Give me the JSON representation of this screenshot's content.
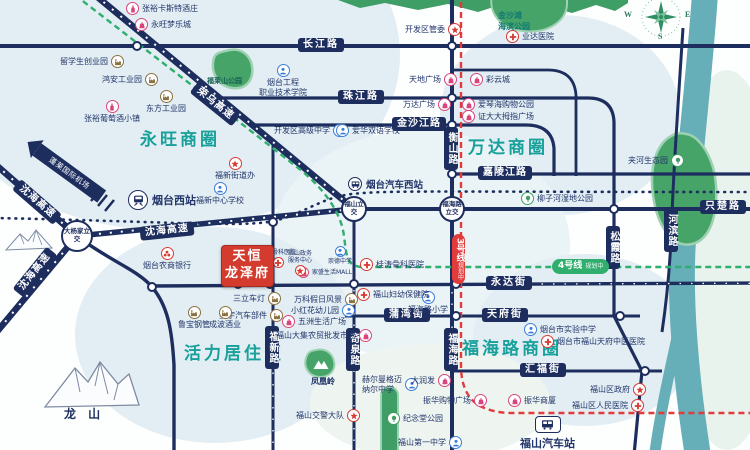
{
  "project": {
    "line1": "天恒",
    "line2": "龙泽府"
  },
  "districts": {
    "yongwang": "永旺商圈",
    "wanda": "万达商圈",
    "huoli": "活力居住区",
    "fuhailu": "福海路商圈"
  },
  "roads": {
    "changjiang": "长江路",
    "zhujiang": "珠江路",
    "jinshajiang": "金沙江路",
    "jialingjiang": "嘉陵江路",
    "zhichu": "只楚路",
    "hengshan": "衡山路",
    "fuhai": "福海路",
    "fuxin": "福新路",
    "qiquan": "奇泉路",
    "songxia": "松霞路",
    "hebin": "河滨路",
    "yongda": "永达街",
    "puwan": "蒲湾街",
    "tianfu": "天府街",
    "huifu": "汇福街",
    "shenhai": "沈海高速",
    "rongwu": "荣乌高速"
  },
  "interchanges": {
    "dayangjia": "大杨家立交",
    "fushan": "福山立交",
    "fuhailu": "福海路立交"
  },
  "stations": {
    "west_railway": "烟台西站",
    "west_bus": "烟台汽车西站",
    "fushan_bus": "福山汽车站"
  },
  "metro": {
    "line3": "3号线",
    "line4": "4号线",
    "planning": "规划中"
  },
  "direction_arrow": {
    "label": "蓬莱国际机场"
  },
  "compass": {
    "n": "N",
    "w": "W",
    "e": "E",
    "s": "S"
  },
  "mountain": {
    "longshan": "龙 山"
  },
  "parks": {
    "fulaishan": "福莱山公园",
    "jinshatan1": "金沙滩",
    "jinshatan2": "海滨公园",
    "fenghuangling": "凤凰岭"
  },
  "pois": [
    {
      "label": "张裕卡斯特酒庄",
      "type": "winery"
    },
    {
      "label": "永旺梦乐城",
      "type": "shopping"
    },
    {
      "label": "留学生创业园",
      "type": "industry"
    },
    {
      "label": "鸿安工业园",
      "type": "industry"
    },
    {
      "label": "东方工业园",
      "type": "industry"
    },
    {
      "label": "张裕葡萄酒小镇",
      "type": "winery"
    },
    {
      "label": "烟台工程",
      "label2": "职业技术学院",
      "type": "school"
    },
    {
      "label": "开发区管委",
      "type": "government"
    },
    {
      "label": "天地广场",
      "type": "shopping"
    },
    {
      "label": "彩云城",
      "type": "shopping"
    },
    {
      "label": "万达广场",
      "type": "shopping"
    },
    {
      "label": "爱琴海购物公园",
      "type": "shopping"
    },
    {
      "label": "证大大拇指广场",
      "type": "shopping"
    },
    {
      "label": "开发区高级中学",
      "type": "school"
    },
    {
      "label": "爱华双语学校",
      "type": "school"
    },
    {
      "label": "福新街道办",
      "type": "government"
    },
    {
      "label": "福新中心学校",
      "type": "school"
    },
    {
      "label": "业达医院",
      "type": "hospital"
    },
    {
      "label": "烟台农商银行",
      "type": "bank"
    },
    {
      "label": "桂涛骨科医院",
      "type": "hospital"
    },
    {
      "label": "崇德中学",
      "type": "school"
    },
    {
      "label": "家盛生活MALL",
      "type": "shopping"
    },
    {
      "label": "金天骨科医院",
      "type": "hospital"
    },
    {
      "label": "福山政务",
      "label2": "服务中心",
      "type": "government"
    },
    {
      "label": "万科假日风景",
      "type": "company"
    },
    {
      "label": "小红花幼儿园",
      "type": "school"
    },
    {
      "label": "五洲生活广场",
      "type": "shopping"
    },
    {
      "label": "福山大集农贸批发市场",
      "type": "market"
    },
    {
      "label": "三立车灯",
      "type": "company"
    },
    {
      "label": "星宇汽车部件",
      "type": "company"
    },
    {
      "label": "鲁宝钢管",
      "type": "company"
    },
    {
      "label": "成波酒业",
      "type": "company"
    },
    {
      "label": "福山交警大队",
      "type": "government"
    },
    {
      "label": "赫尔曼格迈",
      "label2": "纳尔中学",
      "type": "school"
    },
    {
      "label": "大润发",
      "type": "shopping"
    },
    {
      "label": "振华购物广场",
      "type": "shopping"
    },
    {
      "label": "纪念堂公园",
      "type": "park"
    },
    {
      "label": "福山第一中学",
      "type": "school"
    },
    {
      "label": "福海路小学",
      "type": "school"
    },
    {
      "label": "福山妇幼保健院",
      "type": "hospital"
    },
    {
      "label": "烟台市实验中学",
      "type": "school"
    },
    {
      "label": "烟台市福山天府中医医院",
      "type": "hospital"
    },
    {
      "label": "福山区政府",
      "type": "government"
    },
    {
      "label": "福山区人民医院",
      "type": "hospital"
    },
    {
      "label": "振华商厦",
      "type": "shopping"
    },
    {
      "label": "柳子河湿地公园",
      "type": "park"
    },
    {
      "label": "夹河生态园",
      "type": "park"
    }
  ],
  "colors": {
    "road": "#1d2e5e",
    "water": "#66aeb8",
    "park_green": "#46a469",
    "district_text": "#18a09b",
    "metro3": "#e13b3b",
    "metro4": "#2fae6e",
    "project_red": "#d23b2e"
  }
}
